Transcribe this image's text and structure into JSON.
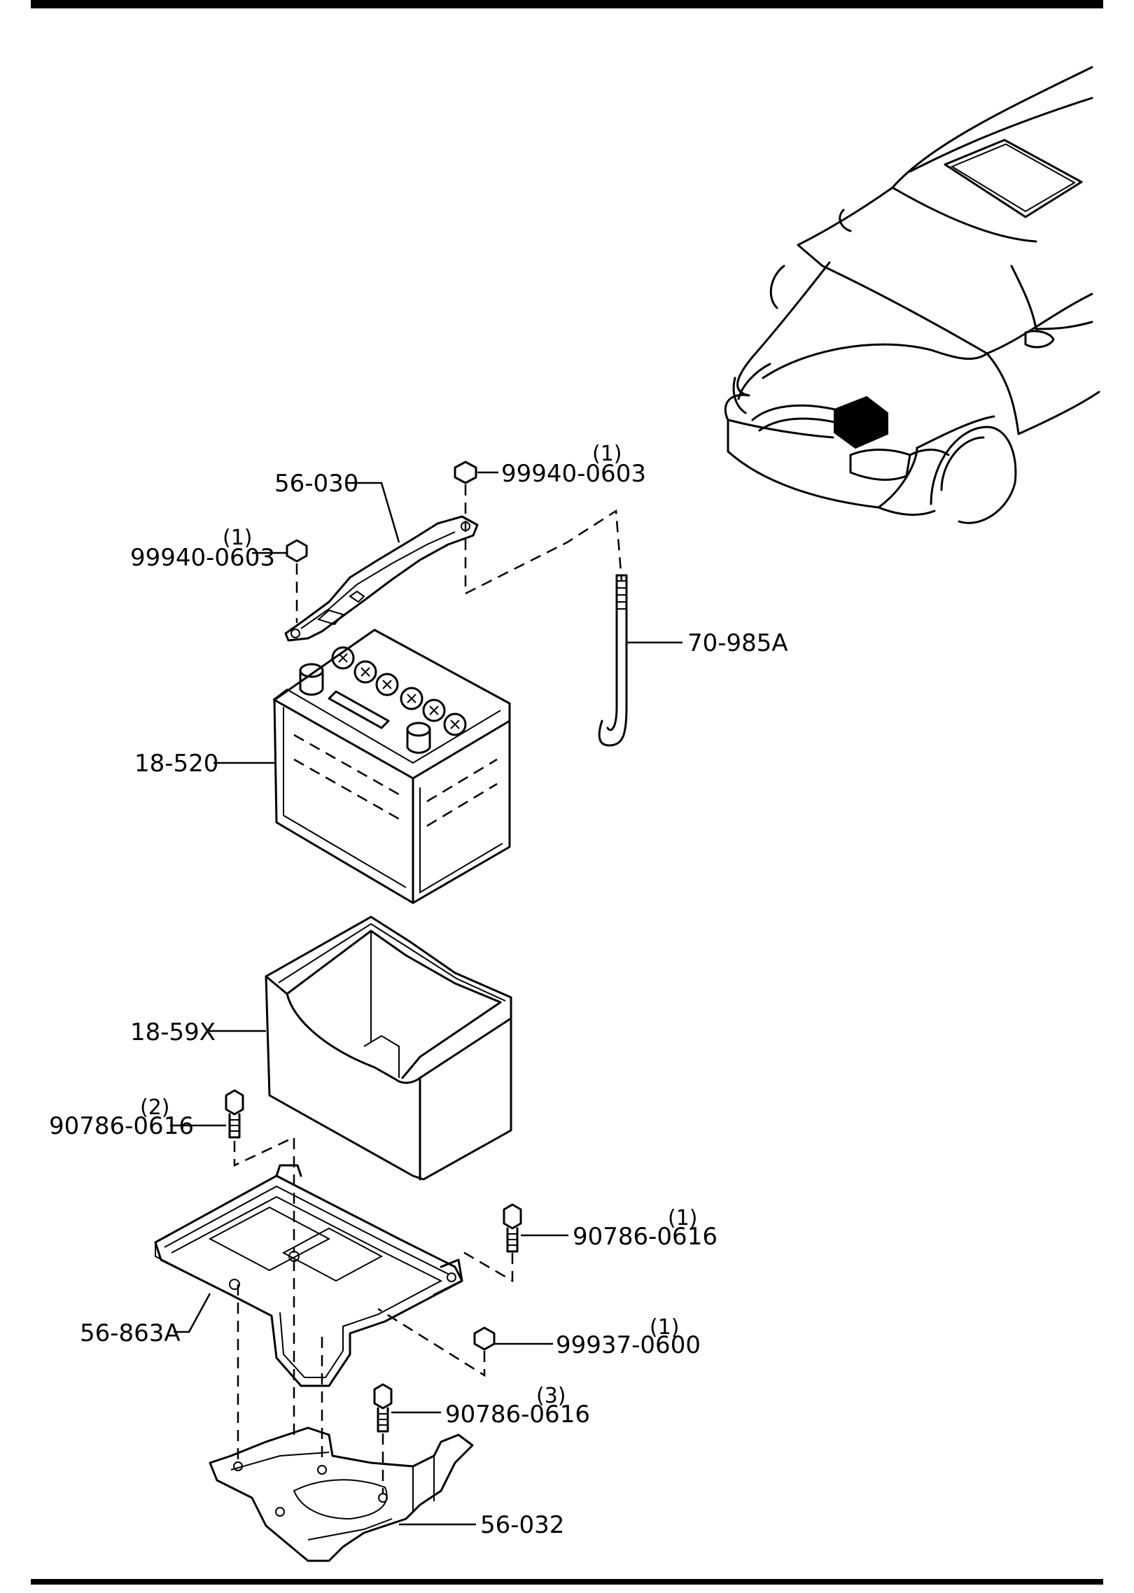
{
  "callouts": [
    {
      "id": "strap",
      "part": "56-030",
      "qty": ""
    },
    {
      "id": "nut-top-right",
      "part": "99940-0603",
      "qty": "(1)"
    },
    {
      "id": "nut-top-left",
      "part": "99940-0603",
      "qty": "(1)"
    },
    {
      "id": "rod",
      "part": "70-985A",
      "qty": ""
    },
    {
      "id": "battery",
      "part": "18-520",
      "qty": ""
    },
    {
      "id": "battery-box",
      "part": "18-59X",
      "qty": ""
    },
    {
      "id": "bolt-left",
      "part": "90786-0616",
      "qty": "(2)"
    },
    {
      "id": "bolt-right",
      "part": "90786-0616",
      "qty": "(1)"
    },
    {
      "id": "tray",
      "part": "56-863A",
      "qty": ""
    },
    {
      "id": "nut-lower",
      "part": "99937-0600",
      "qty": "(1)"
    },
    {
      "id": "bolt-lower",
      "part": "90786-0616",
      "qty": "(3)"
    },
    {
      "id": "bracket",
      "part": "56-032",
      "qty": ""
    }
  ]
}
